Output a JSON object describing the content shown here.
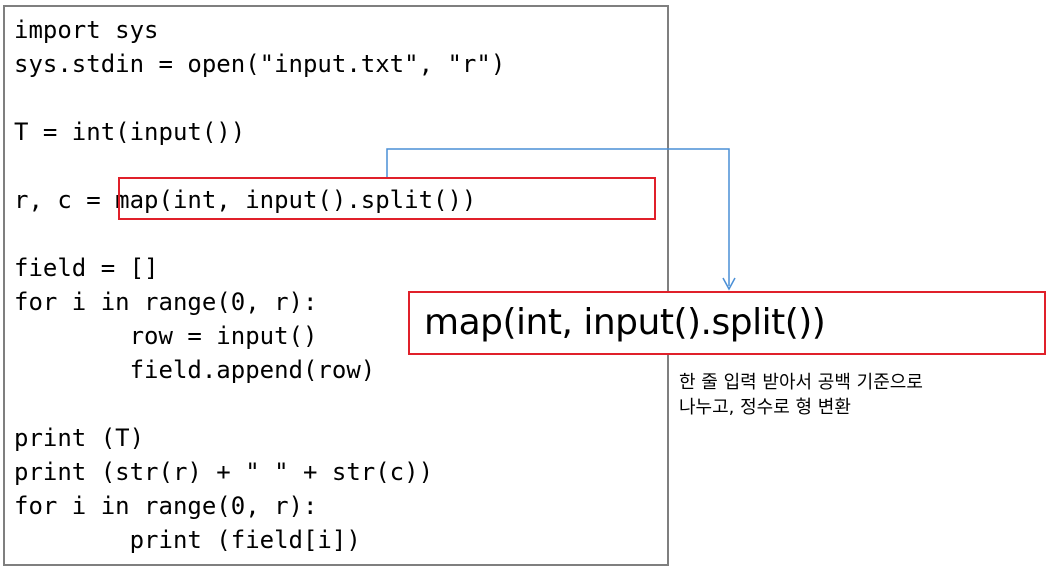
{
  "code_lines": [
    "import sys",
    "sys.stdin = open(\"input.txt\", \"r\")",
    "",
    "T = int(input())",
    "",
    "r, c = map(int, input().split())",
    "",
    "field = []",
    "for i in range(0, r):",
    "        row = input()",
    "        field.append(row)",
    "",
    "print (T)",
    "print (str(r) + \" \" + str(c))",
    "for i in range(0, r):",
    "        print (field[i])"
  ],
  "callout": {
    "text": "map(int, input().split())"
  },
  "note": {
    "line1": "한 줄 입력 받아서 공백 기준으로",
    "line2": "나누고, 정수로 형 변환"
  },
  "colors": {
    "highlight": "#e0202a",
    "connector": "#4a8fd6",
    "code_border": "#7f7f7f"
  }
}
